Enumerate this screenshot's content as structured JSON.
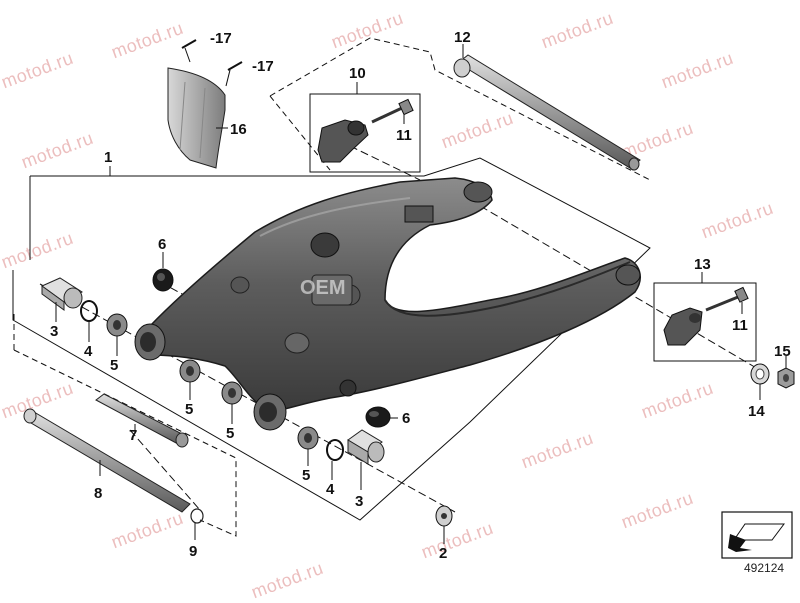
{
  "watermark": "motod.ru",
  "center_watermark": "OEM",
  "diagram_id": "492124",
  "callouts": {
    "c1": "1",
    "c2": "2",
    "c3a": "3",
    "c3b": "3",
    "c4a": "4",
    "c4b": "4",
    "c5a": "5",
    "c5b": "5",
    "c5c": "5",
    "c5d": "5",
    "c6a": "6",
    "c6b": "6",
    "c7": "7",
    "c8": "8",
    "c9": "9",
    "c10": "10",
    "c11a": "11",
    "c11b": "11",
    "c12": "12",
    "c13": "13",
    "c14": "14",
    "c15": "15",
    "c16": "16",
    "c17a": "-17",
    "c17b": "-17"
  },
  "colors": {
    "line": "#111111",
    "part_dark": "#4a4a4a",
    "part_mid": "#7a7a7a",
    "part_light": "#bdbdbd",
    "watermark": "#e6a9a9"
  },
  "icons": {
    "orientation_arrow": "arrow-icon"
  }
}
